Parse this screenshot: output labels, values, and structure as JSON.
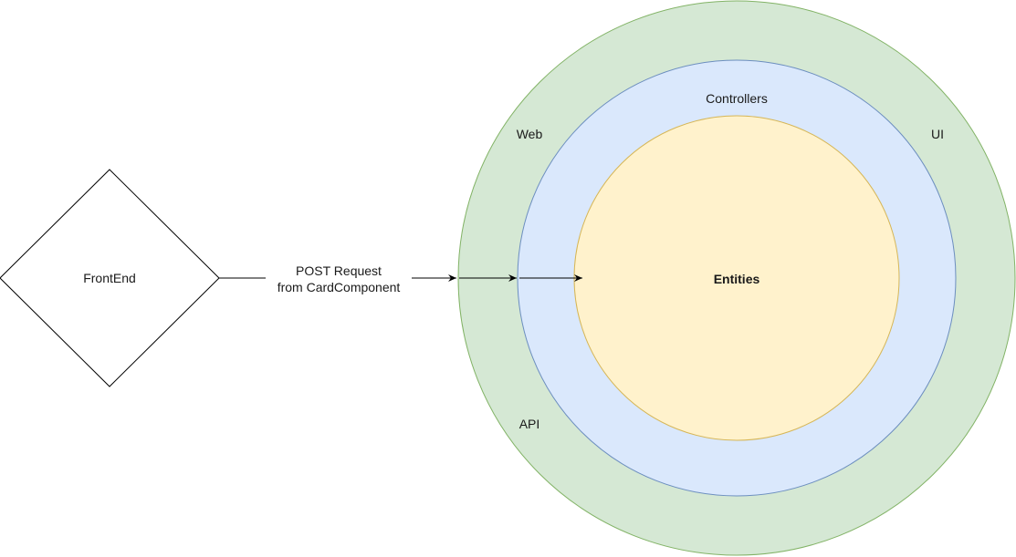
{
  "diagram": {
    "frontend": {
      "label": "FrontEnd"
    },
    "edge": {
      "line1": "POST Request",
      "line2": "from CardComponent"
    },
    "layers": {
      "outer": {
        "labels": [
          "Web",
          "UI",
          "API"
        ],
        "fill": "#d5e8d4",
        "stroke": "#82b366"
      },
      "middle": {
        "label": "Controllers",
        "fill": "#dae8fc",
        "stroke": "#6c8ebf"
      },
      "inner": {
        "label": "Entities",
        "fill": "#fff2cc",
        "stroke": "#d6b656"
      }
    }
  }
}
